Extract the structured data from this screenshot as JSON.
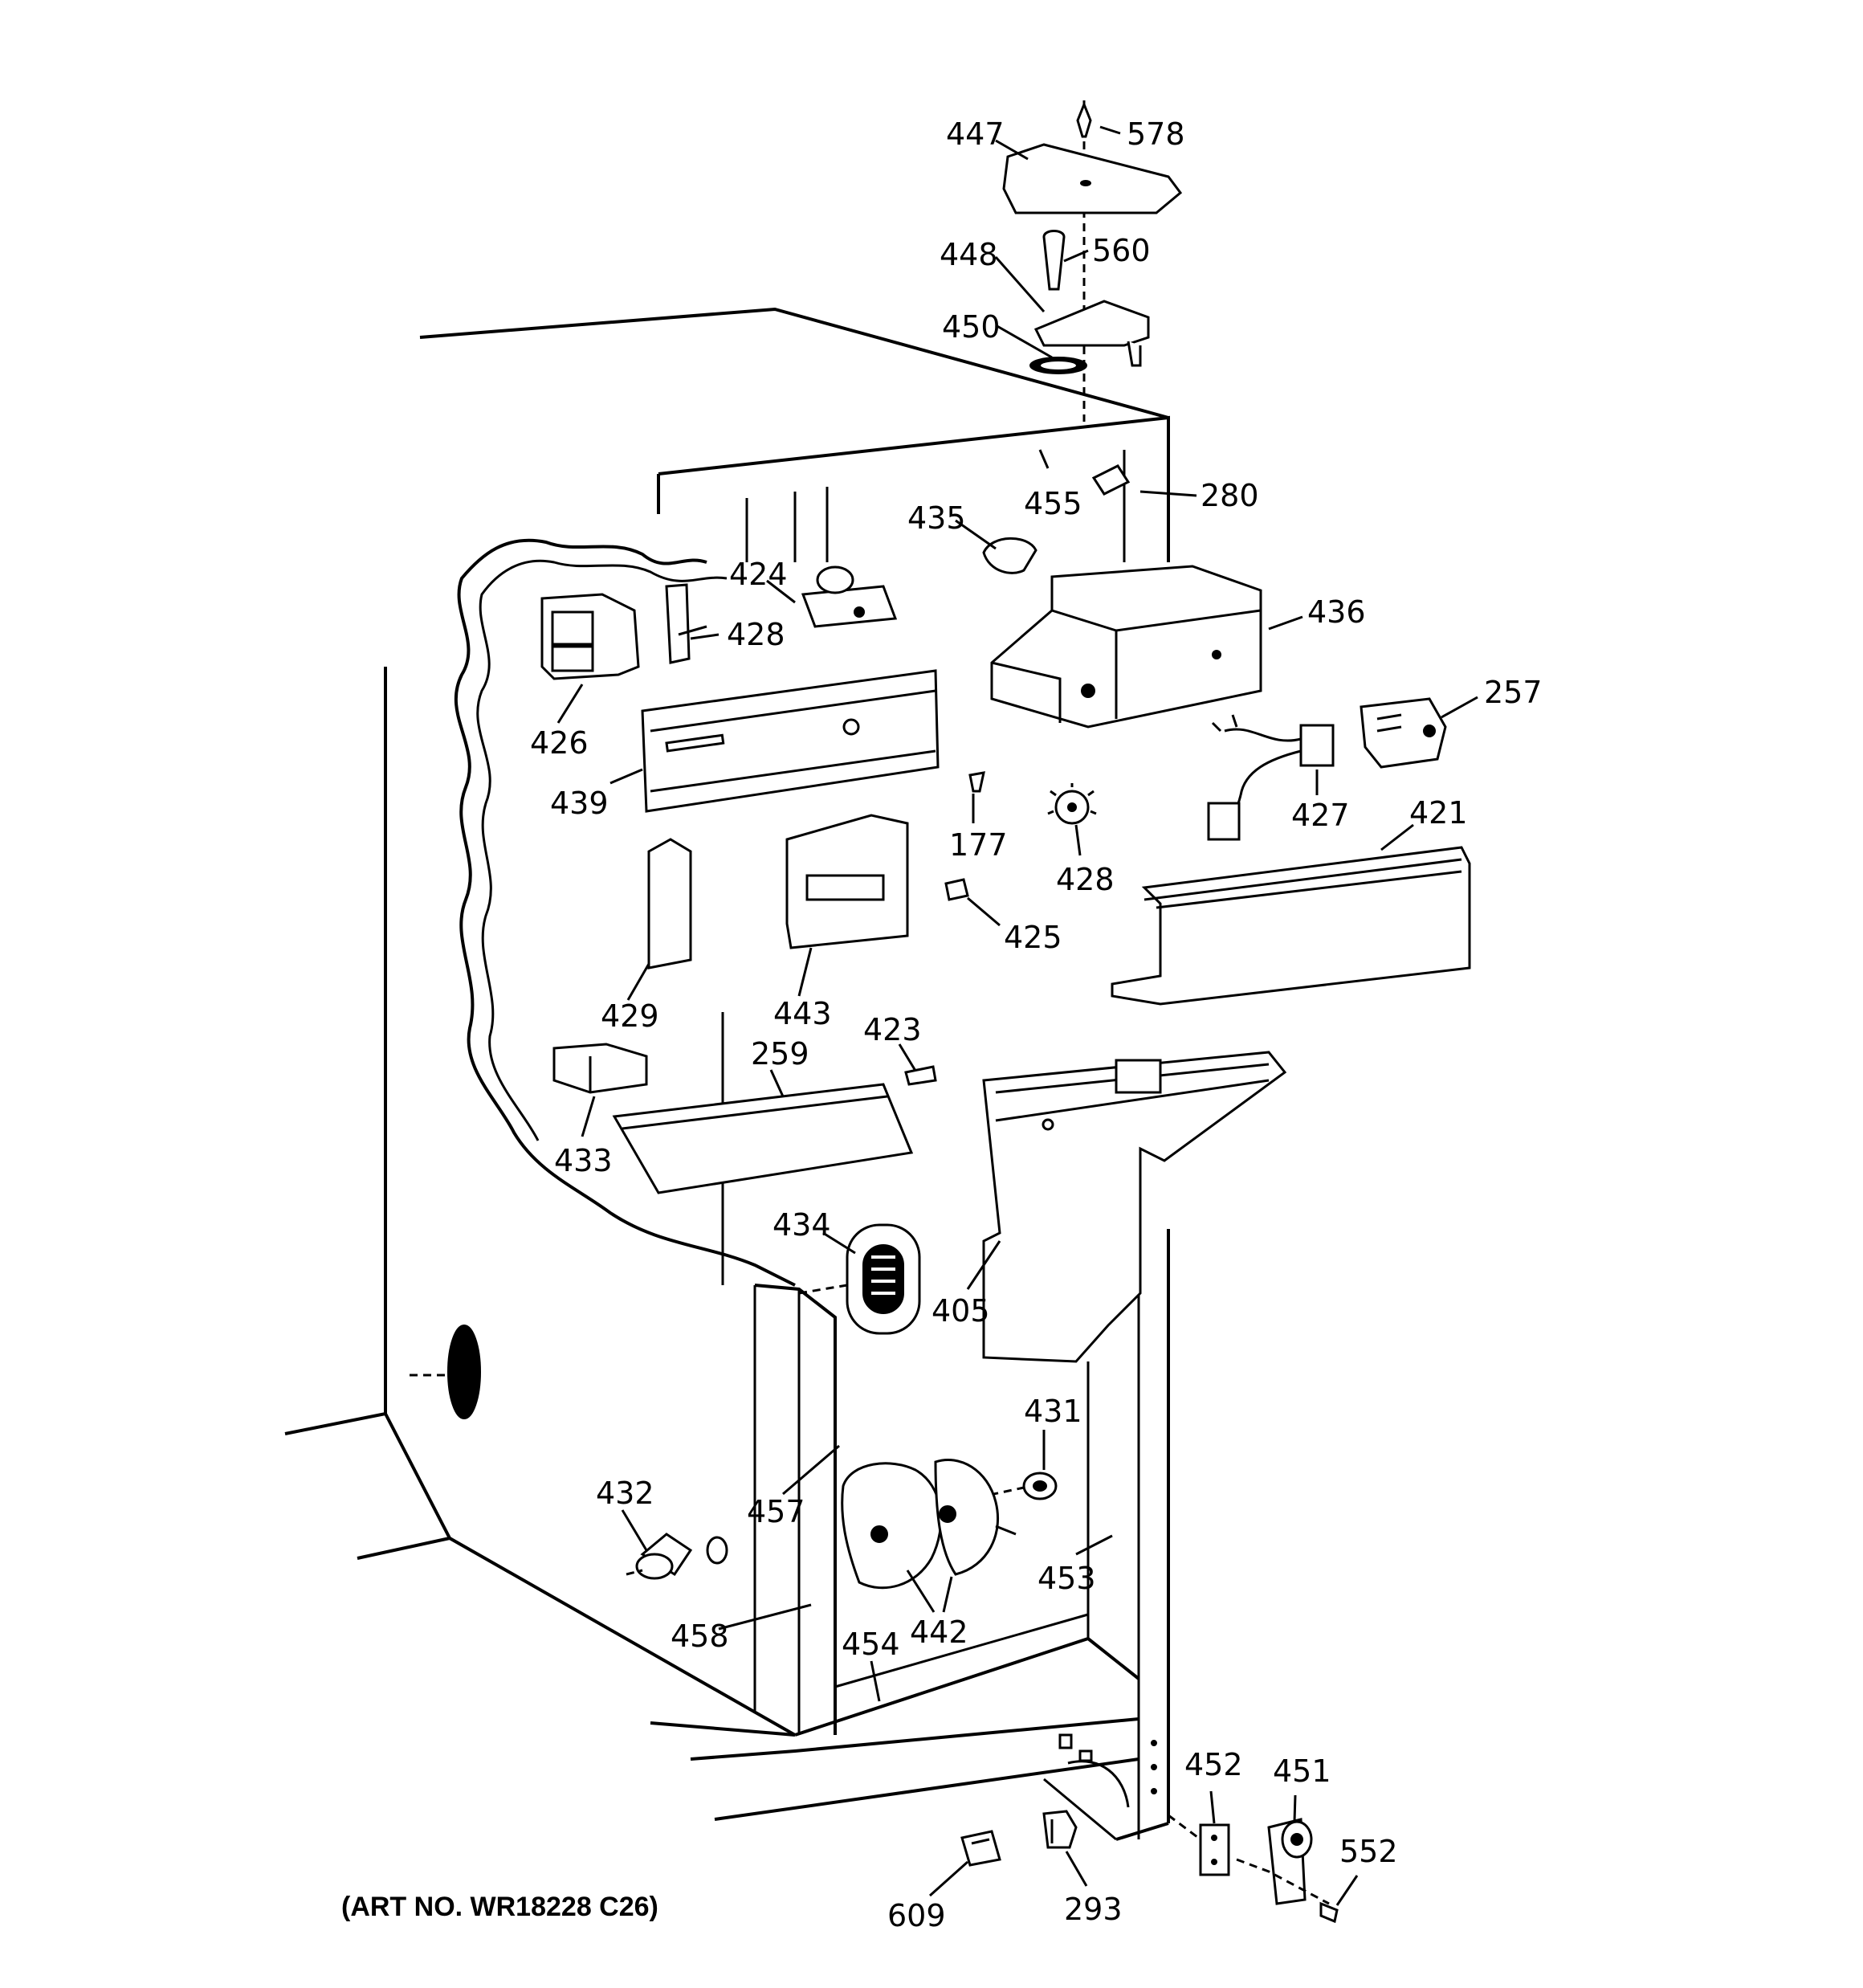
{
  "art_number": "(ART NO. WR18228 C26)",
  "callouts": [
    {
      "id": "578",
      "label": "578"
    },
    {
      "id": "447",
      "label": "447"
    },
    {
      "id": "560",
      "label": "560"
    },
    {
      "id": "448",
      "label": "448"
    },
    {
      "id": "450",
      "label": "450"
    },
    {
      "id": "280",
      "label": "280"
    },
    {
      "id": "455",
      "label": "455"
    },
    {
      "id": "435",
      "label": "435"
    },
    {
      "id": "424",
      "label": "424"
    },
    {
      "id": "428a",
      "label": "428"
    },
    {
      "id": "436",
      "label": "436"
    },
    {
      "id": "257",
      "label": "257"
    },
    {
      "id": "426",
      "label": "426"
    },
    {
      "id": "439",
      "label": "439"
    },
    {
      "id": "177",
      "label": "177"
    },
    {
      "id": "427",
      "label": "427"
    },
    {
      "id": "421",
      "label": "421"
    },
    {
      "id": "428b",
      "label": "428"
    },
    {
      "id": "425",
      "label": "425"
    },
    {
      "id": "429",
      "label": "429"
    },
    {
      "id": "443",
      "label": "443"
    },
    {
      "id": "423",
      "label": "423"
    },
    {
      "id": "259",
      "label": "259"
    },
    {
      "id": "433",
      "label": "433"
    },
    {
      "id": "434",
      "label": "434"
    },
    {
      "id": "405",
      "label": "405"
    },
    {
      "id": "431",
      "label": "431"
    },
    {
      "id": "432",
      "label": "432"
    },
    {
      "id": "457",
      "label": "457"
    },
    {
      "id": "453",
      "label": "453"
    },
    {
      "id": "442",
      "label": "442"
    },
    {
      "id": "458",
      "label": "458"
    },
    {
      "id": "454",
      "label": "454"
    },
    {
      "id": "452",
      "label": "452"
    },
    {
      "id": "451",
      "label": "451"
    },
    {
      "id": "552",
      "label": "552"
    },
    {
      "id": "609",
      "label": "609"
    },
    {
      "id": "293",
      "label": "293"
    }
  ]
}
